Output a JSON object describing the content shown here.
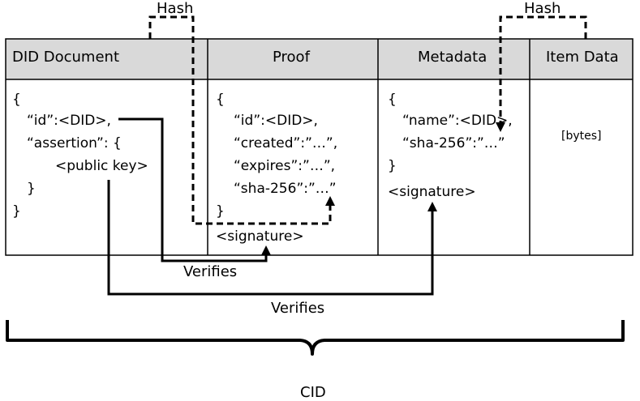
{
  "headers": {
    "did_document": "DID Document",
    "proof": "Proof",
    "metadata": "Metadata",
    "item_data": "Item Data"
  },
  "did_document": {
    "open": "{",
    "id": "“id”:<DID>,",
    "assertion": "“assertion”: {",
    "public_key": "<public key>",
    "close_inner": "}",
    "close": "}"
  },
  "proof": {
    "open": "{",
    "id": "“id”:<DID>,",
    "created": "“created”:”…”,",
    "expires": "“expires”:”…”,",
    "sha": "“sha-256”:”…”",
    "close": "}",
    "signature": "<signature>"
  },
  "metadata": {
    "open": "{",
    "name": "“name”:<DID>,",
    "sha": "“sha-256”:”…”",
    "close": "}",
    "signature": "<signature>"
  },
  "item_data": {
    "bytes": "[bytes]"
  },
  "labels": {
    "hash_left": "Hash",
    "hash_right": "Hash",
    "verifies_1": "Verifies",
    "verifies_2": "Verifies",
    "cid": "CID"
  },
  "colors": {
    "header_fill": "#d9d9d9",
    "line": "#000000",
    "background": "#ffffff"
  }
}
